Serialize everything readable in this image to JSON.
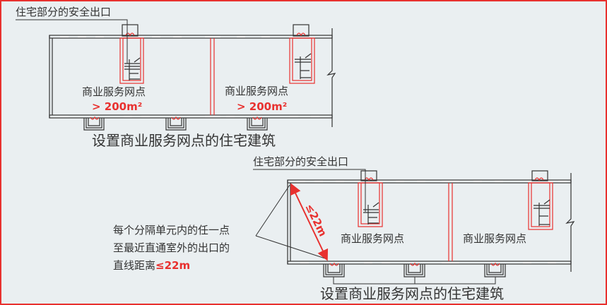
{
  "top_plan": {
    "exit_label": "住宅部分的安全出口",
    "units": [
      {
        "name": "商业服务网点",
        "area": "> 200m²"
      },
      {
        "name": "商业服务网点",
        "area": "> 200m²"
      }
    ],
    "stair_label": "上",
    "caption": "设置商业服务网点的住宅建筑"
  },
  "bottom_plan": {
    "exit_label": "住宅部分的安全出口",
    "units": [
      {
        "name": "商业服务网点"
      },
      {
        "name": "商业服务网点"
      }
    ],
    "stair_label": "上",
    "distance_label": "≤22m",
    "note_lines": [
      "每个分隔单元内的任一点",
      "至最近直通室外的出口的",
      "直线距离"
    ],
    "note_value": "≤22m",
    "caption": "设置商业服务网点的住宅建筑"
  },
  "colors": {
    "accent": "#e8312f",
    "line": "#333333",
    "background": "#eaeff1"
  }
}
